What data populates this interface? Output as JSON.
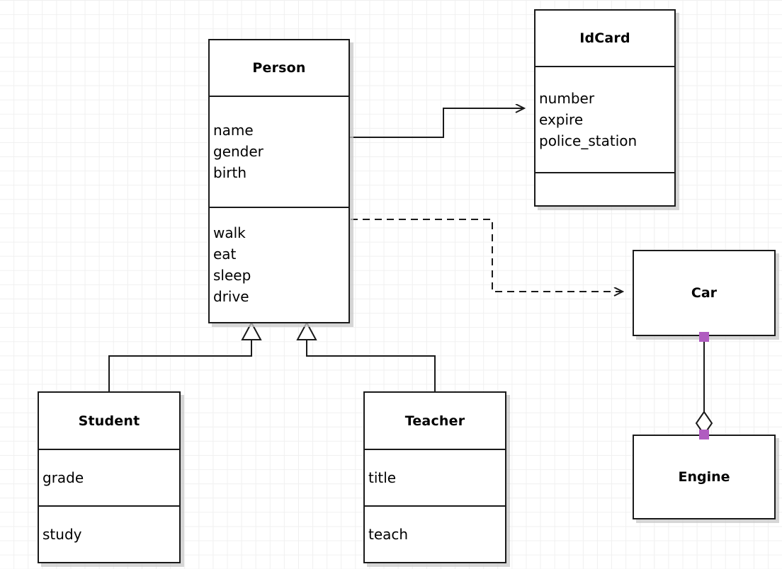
{
  "diagram": {
    "type": "uml-class-diagram",
    "background": "#ffffff",
    "grid_color": "#f0f0f0",
    "line_color": "#1a1a1a",
    "handle_color": "#b05cc0",
    "shadow_color": "#c8c8c8"
  },
  "classes": {
    "person": {
      "name": "Person",
      "attributes": [
        "name",
        "gender",
        "birth"
      ],
      "methods": [
        "walk",
        "eat",
        "sleep",
        "drive"
      ]
    },
    "idcard": {
      "name": "IdCard",
      "attributes": [
        "number",
        "expire",
        "police_station"
      ],
      "methods": []
    },
    "student": {
      "name": "Student",
      "attributes": [
        "grade"
      ],
      "methods": [
        "study"
      ]
    },
    "teacher": {
      "name": "Teacher",
      "attributes": [
        "title"
      ],
      "methods": [
        "teach"
      ]
    },
    "car": {
      "name": "Car"
    },
    "engine": {
      "name": "Engine"
    }
  },
  "relations": [
    {
      "id": "person-idcard",
      "kind": "association",
      "from": "Person",
      "to": "IdCard",
      "style": "solid",
      "arrow": "open-arrow"
    },
    {
      "id": "person-car",
      "kind": "dependency",
      "from": "Person",
      "to": "Car",
      "style": "dashed",
      "arrow": "open-arrow"
    },
    {
      "id": "student-person",
      "kind": "generalization",
      "from": "Student",
      "to": "Person",
      "style": "solid",
      "arrow": "hollow-triangle"
    },
    {
      "id": "teacher-person",
      "kind": "generalization",
      "from": "Teacher",
      "to": "Person",
      "style": "solid",
      "arrow": "hollow-triangle"
    },
    {
      "id": "car-engine",
      "kind": "aggregation",
      "from": "Car",
      "to": "Engine",
      "style": "solid",
      "arrow": "hollow-diamond",
      "selected": true
    }
  ]
}
